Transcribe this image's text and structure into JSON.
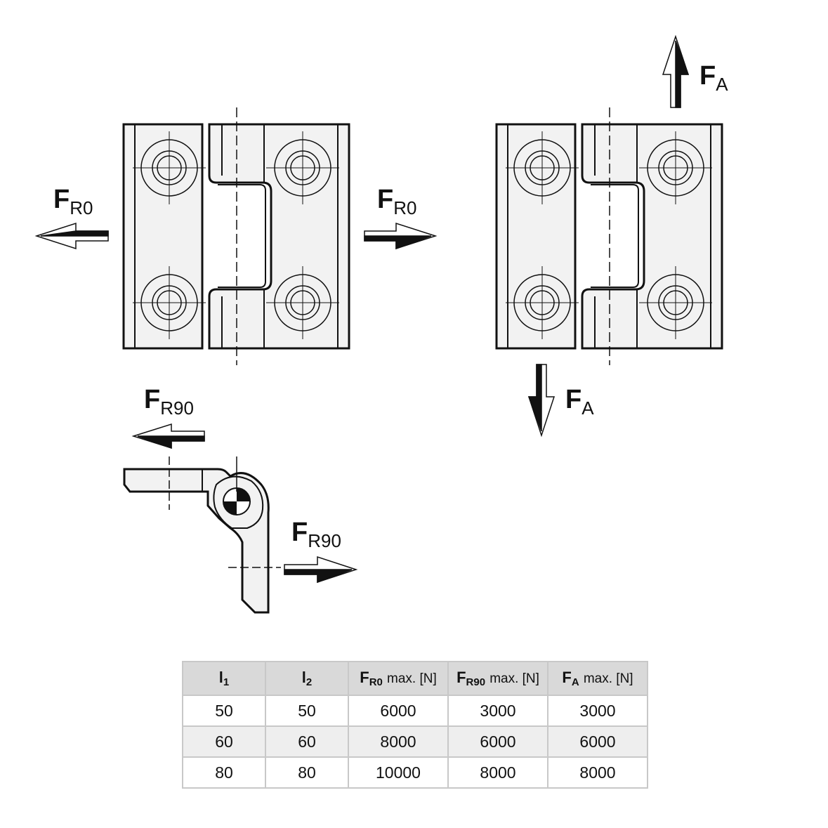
{
  "labels": {
    "fr0": {
      "main": "F",
      "sub": "R0"
    },
    "fr90": {
      "main": "F",
      "sub": "R90"
    },
    "fa": {
      "main": "F",
      "sub": "A"
    }
  },
  "table": {
    "headers": [
      {
        "main": "l",
        "sub": "1",
        "unit": ""
      },
      {
        "main": "l",
        "sub": "2",
        "unit": ""
      },
      {
        "main": "F",
        "sub": "R0",
        "unit": "max. [N]"
      },
      {
        "main": "F",
        "sub": "R90",
        "unit": "max. [N]"
      },
      {
        "main": "F",
        "sub": "A",
        "unit": "max. [N]"
      }
    ],
    "rows": [
      [
        "50",
        "50",
        "6000",
        "3000",
        "3000"
      ],
      [
        "60",
        "60",
        "8000",
        "6000",
        "6000"
      ],
      [
        "80",
        "80",
        "10000",
        "8000",
        "8000"
      ]
    ]
  },
  "colors": {
    "line": "#111111",
    "fill": "#f2f2f2",
    "header_bg": "#d9d9d9",
    "alt_row_bg": "#eeeeee",
    "border": "#c8c8c8"
  }
}
